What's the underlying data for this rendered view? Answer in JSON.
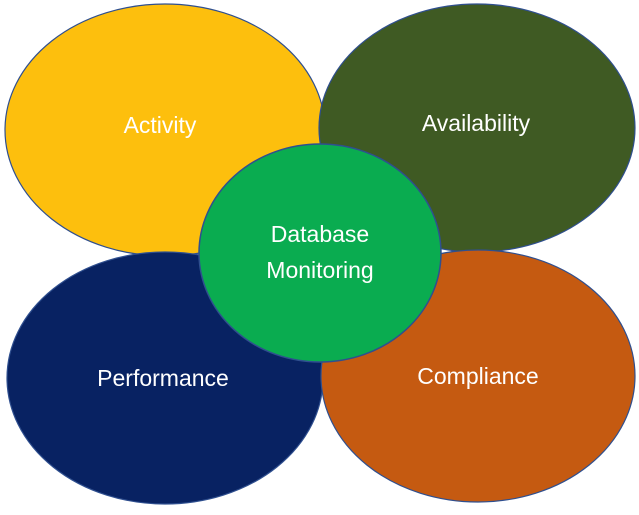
{
  "diagram": {
    "center": {
      "lines": [
        "Database",
        "Monitoring"
      ],
      "color": "#0aac50",
      "stroke": "#2f4f8f"
    },
    "nodes": [
      {
        "id": "activity",
        "label": "Activity",
        "color": "#fdbf0d",
        "stroke": "#2f4f8f"
      },
      {
        "id": "availability",
        "label": "Availability",
        "color": "#3f5a23",
        "stroke": "#2f4f8f"
      },
      {
        "id": "performance",
        "label": "Performance",
        "color": "#082262",
        "stroke": "#2f4f8f"
      },
      {
        "id": "compliance",
        "label": "Compliance",
        "color": "#c55a11",
        "stroke": "#2f4f8f"
      }
    ]
  }
}
